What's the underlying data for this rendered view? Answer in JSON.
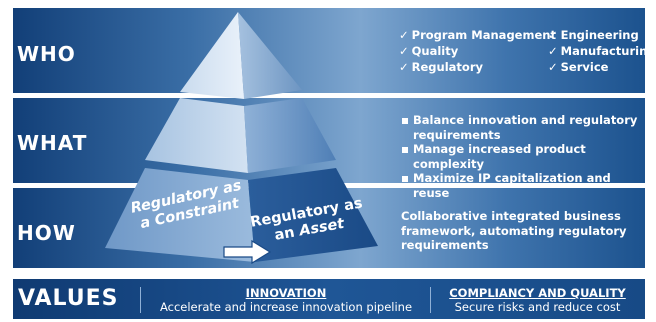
{
  "rows": {
    "who": "WHO",
    "what": "WHAT",
    "how": "HOW",
    "values": "VALUES"
  },
  "who": {
    "check_glyph": "✓",
    "col1": [
      "Program Management",
      "Quality",
      "Regulatory"
    ],
    "col2": [
      "Engineering",
      "Manufacturing",
      "Service"
    ]
  },
  "what": {
    "items": [
      "Balance innovation and regulatory requirements",
      "Manage increased product complexity",
      "Maximize IP capitalization and reuse"
    ]
  },
  "how": {
    "description": "Collaborative integrated business framework, automating regulatory requirements",
    "constraint_line1": "Regulatory as",
    "constraint_line2": "a Constraint",
    "asset_line1": "Regulatory as",
    "asset_line2_prefix": "an",
    "asset_line2_emph": "Asset"
  },
  "values": {
    "innovation_title": "INNOVATION",
    "innovation_desc": "Accelerate and increase innovation pipeline",
    "compliancy_title": "COMPLIANCY AND QUALITY",
    "compliancy_desc": "Secure risks and reduce cost"
  },
  "colors": {
    "band_dark": "#123f78",
    "band_light": "#7ea6cf",
    "values_bar": "#1f5696",
    "text": "#ffffff"
  },
  "icons": {
    "arrow": "right-arrow-icon",
    "bullet": "square-bullet-icon",
    "check": "checkmark-icon"
  }
}
